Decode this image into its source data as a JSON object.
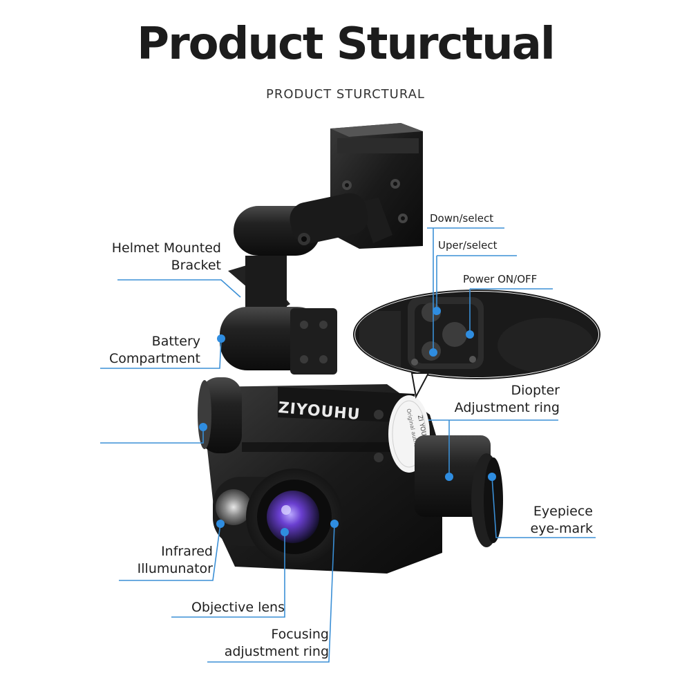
{
  "header": {
    "title": "Product Sturctual",
    "subtitle": "PRODUCT STURCTURAL"
  },
  "device": {
    "brand": "ZIYOUHU",
    "sticker": [
      "ZI YOU HU",
      "Original authentic"
    ]
  },
  "callouts": {
    "helmet_bracket": [
      "Helmet Mounted",
      "Bracket"
    ],
    "battery": [
      "Battery",
      "Compartment"
    ],
    "infrared": [
      "Infrared",
      "Illumunator"
    ],
    "objective": "Objective lens",
    "focusing": [
      "Focusing",
      "adjustment ring"
    ],
    "down_select": "Down/select",
    "uper_select": "Uper/select",
    "power": "Power ON/OFF",
    "diopter": [
      "Diopter",
      "Adjustment ring"
    ],
    "eyepiece": [
      "Eyepiece",
      "eye-mark"
    ]
  },
  "colors": {
    "line": "#3a8fd6",
    "dot": "#2f8de0",
    "device_dark": "#121212",
    "device_mid": "#2a2a2a",
    "lens_purple": "#6a3fd0"
  }
}
